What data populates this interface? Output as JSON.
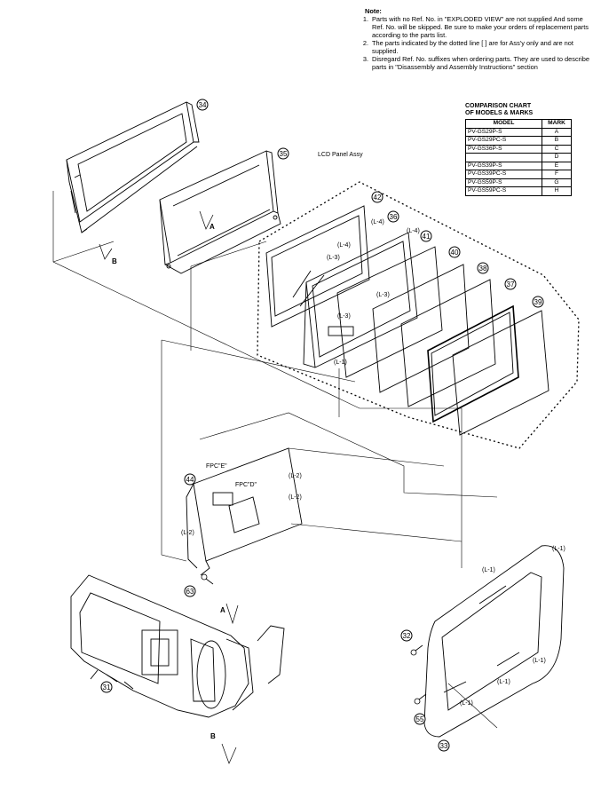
{
  "notes": {
    "title": "Note:",
    "items": [
      {
        "num": "1.",
        "text": "Parts with no Ref. No. in \"EXPLODED VIEW\" are not supplied And some Ref. No. will be skipped. Be sure to make your orders of replacement parts according to the parts list."
      },
      {
        "num": "2.",
        "text": "The parts indicated by the dotted line [ ] are for Ass'y only and are not supplied."
      },
      {
        "num": "3.",
        "text": "Disregard Ref. No. suffixes when ordering parts. They are used to describe parts in \"Disassembly and Assembly Instructions\" section"
      }
    ]
  },
  "comparison_chart": {
    "title_line1": "COMPARISON CHART",
    "title_line2": "OF MODELS & MARKS",
    "col_model": "MODEL",
    "col_mark": "MARK",
    "rows": [
      {
        "model": "PV-GS29P-S",
        "mark": "A"
      },
      {
        "model": "PV-GS29PC-S",
        "mark": "B"
      },
      {
        "model": "PV-GS36P-S",
        "mark": "C"
      },
      {
        "model": "",
        "mark": "D"
      },
      {
        "model": "PV-GS39P-S",
        "mark": "E"
      },
      {
        "model": "PV-GS39PC-S",
        "mark": "F"
      },
      {
        "model": "PV-GS59P-S",
        "mark": "G"
      },
      {
        "model": "PV-GS59PC-S",
        "mark": "H"
      }
    ]
  },
  "labels": {
    "lcd_panel_assy": "LCD Panel Assy",
    "fpc_e": "FPC\"E\"",
    "fpc_d": "FPC\"D\"",
    "marker_a": "A",
    "marker_b": "B"
  },
  "callouts": [
    "34",
    "35",
    "42",
    "36",
    "41",
    "40",
    "38",
    "37",
    "39",
    "44",
    "63",
    "31",
    "33",
    "32",
    "55"
  ],
  "lock_tags": [
    "(L-4)",
    "(L-4)",
    "(L-4)",
    "(L-3)",
    "(L-3)",
    "(L-2)",
    "(L-2)",
    "(L-1)",
    "(L-2)",
    "(L-3)",
    "(L-1)",
    "(L-1)",
    "(L-1)",
    "(L-1)",
    "(L-1)"
  ]
}
